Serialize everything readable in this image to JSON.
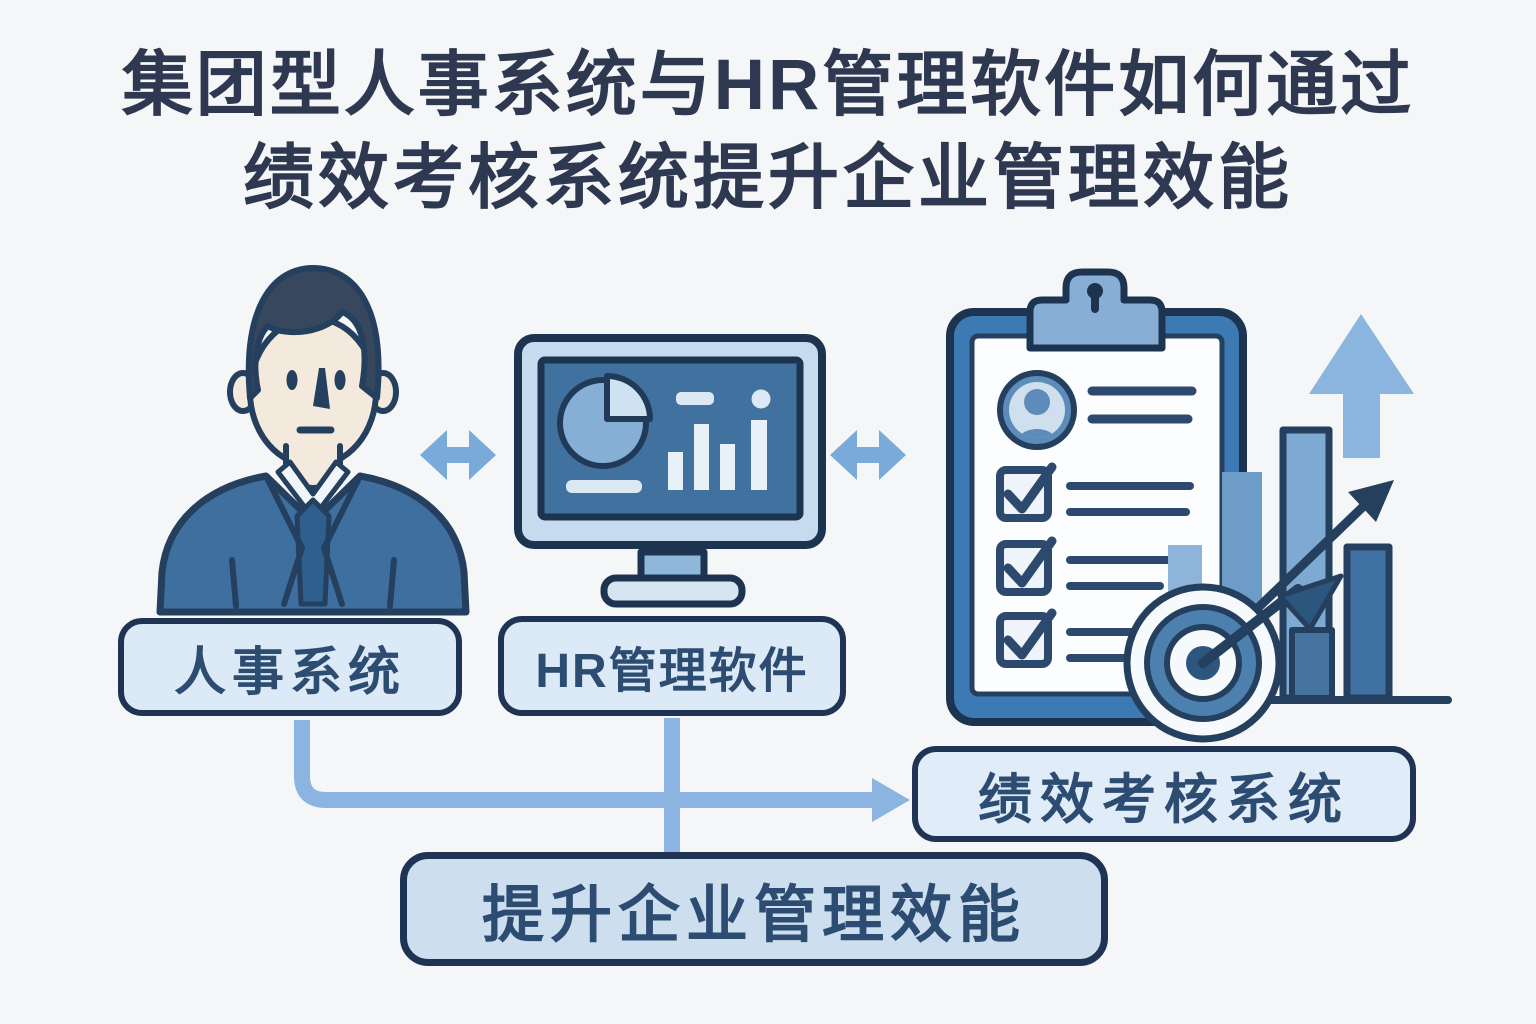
{
  "title": {
    "line1": "集团型人事系统与HR管理软件如何通过",
    "line2": "绩效考核系统提升企业管理效能"
  },
  "labels": {
    "person_system": "人事系统",
    "hr_software": "HR管理软件",
    "performance_system": "绩效考核系统",
    "outcome": "提升企业管理效能"
  },
  "icons": {
    "businessman": "hr-manager-person-icon",
    "monitor": "dashboard-monitor-icon",
    "monitor_pie": "pie-chart-icon",
    "monitor_bars": "bar-chart-icon",
    "clipboard": "evaluation-checklist-icon",
    "avatar": "employee-avatar-icon",
    "checkboxes": "checked-checkbox-icon",
    "target": "goal-target-icon",
    "dart": "target-arrow-icon",
    "growth_bars": "rising-bar-chart-icon",
    "trend_arrow": "growth-trend-arrow-icon",
    "up_arrow": "big-up-arrow-icon",
    "exchange_left": "two-way-sync-arrow-icon",
    "exchange_right": "two-way-sync-arrow-icon",
    "flow_left": "elbow-flow-arrow",
    "flow_middle": "vertical-flow-line"
  },
  "colors": {
    "background": "#f5f6f8",
    "title_text": "#2e3850",
    "outline_navy": "#24405e",
    "node_border": "#1f3455",
    "node_fill": "#dceaf7",
    "node_fill_bottom": "#cddfee",
    "node_text": "#2d4c72",
    "suit_blue": "#3e6f9f",
    "screen_blue": "#40719f",
    "clipboard_blue": "#3d7ab4",
    "light_blue": "#8ab5de",
    "connector_blue": "#8cb4e0",
    "exchange_arrow_blue": "#79aad9"
  }
}
